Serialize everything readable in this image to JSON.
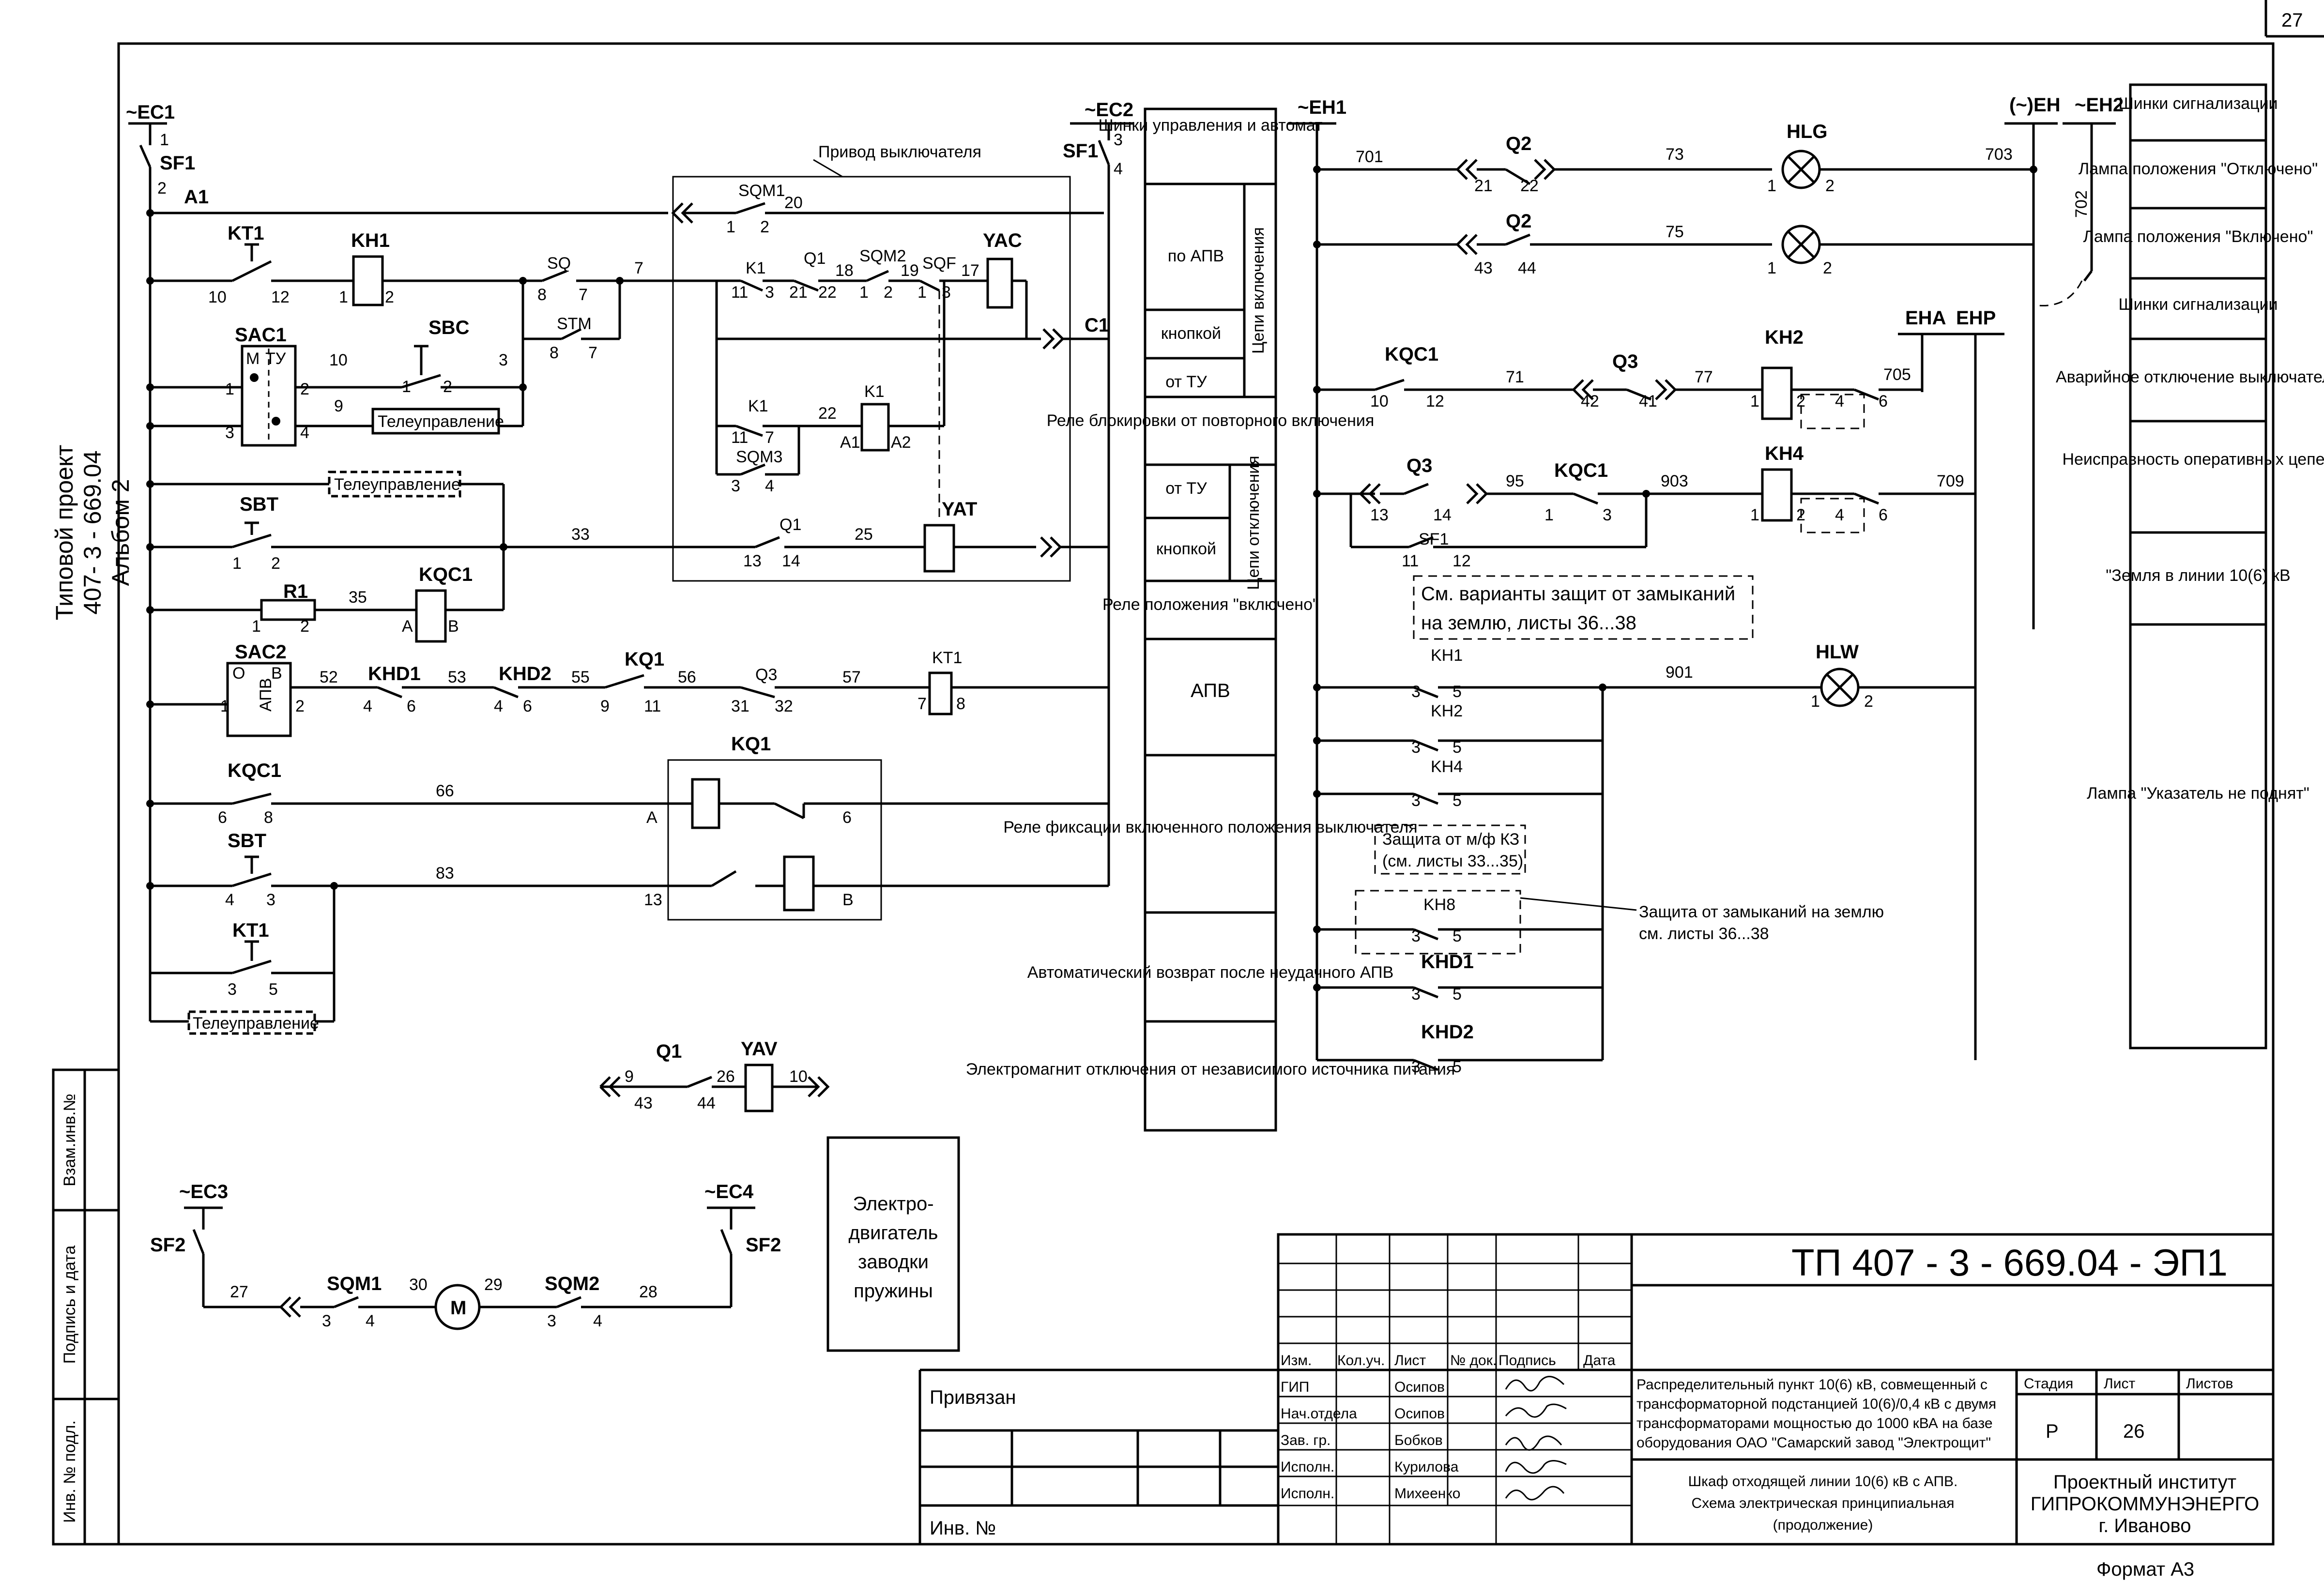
{
  "sheet": {
    "page_number": "27",
    "format": "Формат А3",
    "side_note": [
      "Типовой проект",
      "407- 3 - 669.04",
      "Альбом 2"
    ]
  },
  "stamp_side": {
    "cells": [
      "Взам.инв.№",
      "Подпись и дата",
      "Инв. № подл."
    ]
  },
  "left_circuit": {
    "sources": {
      "ec1": "~EC1",
      "ec2": "~EC2",
      "ec3": "~EC3",
      "ec4": "~EC4"
    },
    "breakers": {
      "sf1": "SF1",
      "sf1b": "SF1",
      "sf2a": "SF2",
      "sf2b": "SF2"
    },
    "bus_label": "A1",
    "c1": "C1",
    "drive_title": "Привод выключателя",
    "devices": {
      "kt1": "KT1",
      "kh1": "KH1",
      "sac1": "SAC1",
      "sbc": "SBC",
      "sbt": "SBT",
      "sbt2": "SBT",
      "r1": "R1",
      "kqc1": "KQC1",
      "kqc1b": "KQC1",
      "sac2": "SAC2",
      "khd1": "KHD1",
      "khd2": "KHD2",
      "kq1": "KQ1",
      "kq1b": "KQ1",
      "q3": "Q3",
      "kt1b": "KT1",
      "kt1c": "KT1",
      "sq": "SQ",
      "stm": "STM",
      "sqm1": "SQM1",
      "sqm2": "SQM2",
      "sqm3": "SQM3",
      "k1": "K1",
      "q1": "Q1",
      "sqf": "SQF",
      "yac": "YAC",
      "yat": "YAT",
      "yav": "YAV",
      "q1b": "Q1",
      "q1c": "Q1",
      "k1b": "K1",
      "k1c": "K1",
      "motor": "M"
    },
    "sac1_pos": {
      "m": "М",
      "tu": "ТУ"
    },
    "sac2_pos": {
      "o": "О",
      "v": "В",
      "apv": "АПВ"
    },
    "telecontrol": "Телеуправление",
    "motor_box": [
      "Электро-",
      "двигатель",
      "заводки",
      "пружины"
    ],
    "nets": [
      "1",
      "2",
      "10",
      "12",
      "10",
      "3",
      "9",
      "33",
      "35",
      "52",
      "53",
      "55",
      "56",
      "57",
      "66",
      "83",
      "20",
      "7",
      "18",
      "19",
      "17",
      "22",
      "25",
      "27",
      "30",
      "29",
      "28",
      "26"
    ]
  },
  "function_column_left": {
    "rows": [
      "Шинки управления и автомат",
      "по АПВ",
      "кнопкой",
      "от ТУ",
      "Реле блокировки от повторного включения",
      "от ТУ",
      "кнопкой",
      "Реле положения \"включено\"",
      "АПВ",
      "Реле фиксации включенного положения выключателя",
      "Автоматический возврат после неудачного АПВ",
      "Электромагнит отключения от независимого источника питания"
    ],
    "group_on": "Цепи включения",
    "group_off": "Цепи отключения"
  },
  "right_circuit": {
    "sources": {
      "eh1": "~EH1",
      "eh_minus": "(~)EH",
      "eh2": "~EH2",
      "eha": "EHA",
      "ehp": "EHP"
    },
    "lamps": {
      "hlg": "HLG",
      "hlw": "HLW"
    },
    "devices": {
      "q2a": "Q2",
      "q2b": "Q2",
      "kqc1": "KQC1",
      "q3a": "Q3",
      "kh2": "KH2",
      "q3b": "Q3",
      "kqc1b": "KQC1",
      "kh4": "KH4",
      "sf1": "SF1",
      "kh1c": "KH1",
      "kh2c": "KH2",
      "kh4c": "KH4",
      "kh8": "KH8",
      "khd1": "KHD1",
      "khd2": "KHD2"
    },
    "nets": [
      "701",
      "73",
      "703",
      "75",
      "702",
      "71",
      "77",
      "705",
      "95",
      "903",
      "709",
      "901"
    ],
    "note_gf": [
      "См. варианты защит от замыканий",
      "на землю, листы 36...38"
    ],
    "note_kz": [
      "Защита от м/ф КЗ",
      "(см. листы  33...35)"
    ],
    "note_earth": [
      "Защита от замыканий на землю",
      "см. листы 36...38"
    ]
  },
  "function_column_right": {
    "rows": [
      "Шинки сигнализации",
      "Лампа положения \"Отключено\"",
      "Лампа положения \"Включено\"",
      "Шинки сигнализации",
      "Аварийное отключение выключателя",
      "Неисправность оперативных цепей",
      "\"Земля в линии 10(6) кВ",
      "Лампа \"Указатель не поднят\""
    ]
  },
  "title_block": {
    "code": "ТП  407 - 3 -  669.04 - ЭП1",
    "privyazan": "Привязан",
    "inv_no": "Инв. №",
    "headers": [
      "Изм.",
      "Кол.уч.",
      "Лист",
      "№ док.",
      "Подпись",
      "Дата"
    ],
    "signers": [
      {
        "role": "ГИП",
        "name": "Осипов"
      },
      {
        "role": "Нач.отдела",
        "name": "Осипов"
      },
      {
        "role": "Зав. гр.",
        "name": "Бобков"
      },
      {
        "role": "Исполн.",
        "name": "Курилова"
      },
      {
        "role": "Исполн.",
        "name": "Михеенко"
      }
    ],
    "project_desc": [
      "Распределительный пункт 10(6) кВ, совмещенный с",
      "трансформаторной подстанцией 10(6)/0,4 кВ с двумя",
      "трансформаторами мощностью до 1000 кВА на базе",
      "оборудования ОАО \"Самарский завод \"Электрощит\""
    ],
    "sheet_desc": [
      "Шкаф отходящей  линии 10(6) кВ с АПВ.",
      "Схема электрическая принципиальная",
      "(продолжение)"
    ],
    "stage_header": "Стадия",
    "sheet_header": "Лист",
    "sheets_header": "Листов",
    "stage": "Р",
    "sheet": "26",
    "org": [
      "Проектный институт",
      "ГИПРОКОММУНЭНЕРГО",
      "г. Иваново"
    ]
  }
}
